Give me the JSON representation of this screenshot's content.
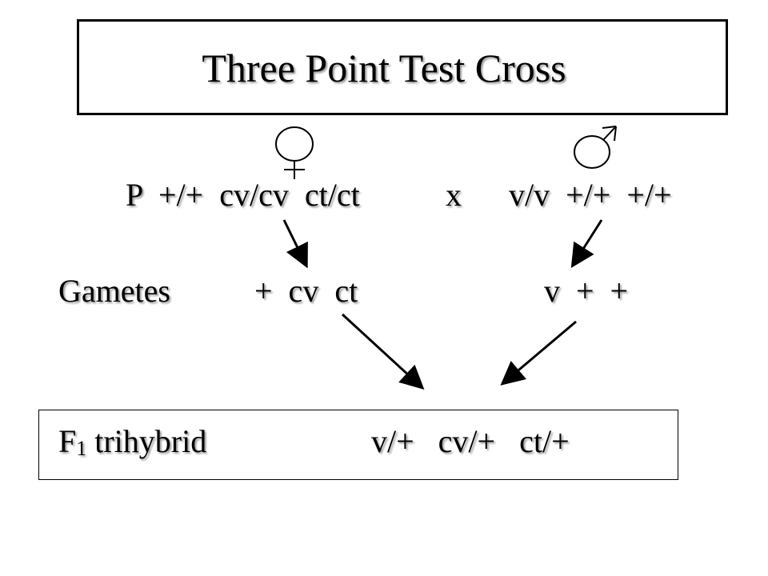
{
  "title": "Three Point Test Cross",
  "female_symbol_icon": "female-symbol",
  "male_symbol_icon": "male-symbol",
  "parental": {
    "label": "P",
    "female_genotype": "+/+  cv/cv  ct/ct",
    "cross_symbol": "x",
    "male_genotype": "v/v  +/+  +/+"
  },
  "gametes": {
    "label": "Gametes",
    "female": "+  cv  ct",
    "male": "v  +  +"
  },
  "f1": {
    "label_prefix": "F",
    "label_sub": "1",
    "label_suffix": " trihybrid",
    "genotype": "v/+   cv/+   ct/+"
  }
}
